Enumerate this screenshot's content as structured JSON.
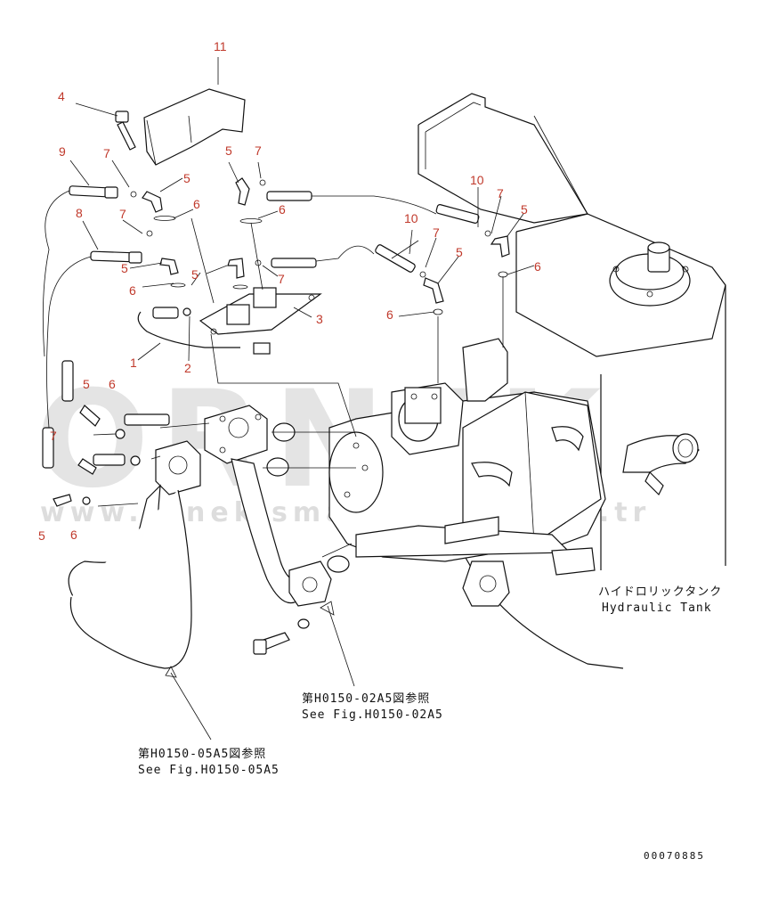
{
  "callouts": [
    {
      "id": "c11a",
      "text": "11"
    },
    {
      "id": "c4",
      "text": "4"
    },
    {
      "id": "c9",
      "text": "9"
    },
    {
      "id": "c7a",
      "text": "7"
    },
    {
      "id": "c5a",
      "text": "5"
    },
    {
      "id": "c7b",
      "text": "7"
    },
    {
      "id": "c5b",
      "text": "5"
    },
    {
      "id": "c6a",
      "text": "6"
    },
    {
      "id": "c8",
      "text": "8"
    },
    {
      "id": "c7c",
      "text": "7"
    },
    {
      "id": "c6b",
      "text": "6"
    },
    {
      "id": "c5c",
      "text": "5"
    },
    {
      "id": "c5d",
      "text": "5"
    },
    {
      "id": "c6c",
      "text": "6"
    },
    {
      "id": "c7d",
      "text": "7"
    },
    {
      "id": "c6d",
      "text": "6"
    },
    {
      "id": "c3",
      "text": "3"
    },
    {
      "id": "c1",
      "text": "1"
    },
    {
      "id": "c2",
      "text": "2"
    },
    {
      "id": "c10a",
      "text": "10"
    },
    {
      "id": "c7e",
      "text": "7"
    },
    {
      "id": "c5e",
      "text": "5"
    },
    {
      "id": "c6e",
      "text": "6"
    },
    {
      "id": "c10b",
      "text": "10"
    },
    {
      "id": "c7f",
      "text": "7"
    },
    {
      "id": "c5f",
      "text": "5"
    },
    {
      "id": "c6f",
      "text": "6"
    },
    {
      "id": "c5g",
      "text": "5"
    },
    {
      "id": "c6g",
      "text": "6"
    },
    {
      "id": "c7g",
      "text": "7"
    },
    {
      "id": "c5h",
      "text": "5"
    },
    {
      "id": "c6h",
      "text": "6"
    }
  ],
  "labels": {
    "tank_jp": "ハイドロリックタンク",
    "tank_en": "Hydraulic Tank",
    "ref1_jp": "第H0150-02A5図参照",
    "ref1_en": "See Fig.H0150-02A5",
    "ref2_jp": "第H0150-05A5図参照",
    "ref2_en": "See Fig.H0150-05A5",
    "doc_number": "00070885"
  },
  "watermark": {
    "brand": "ORNEK",
    "url": "www.ornekismakinalari.com.tr"
  },
  "colors": {
    "callout": "#c0392b",
    "line": "#111111",
    "watermark": "#cfcfcf"
  }
}
